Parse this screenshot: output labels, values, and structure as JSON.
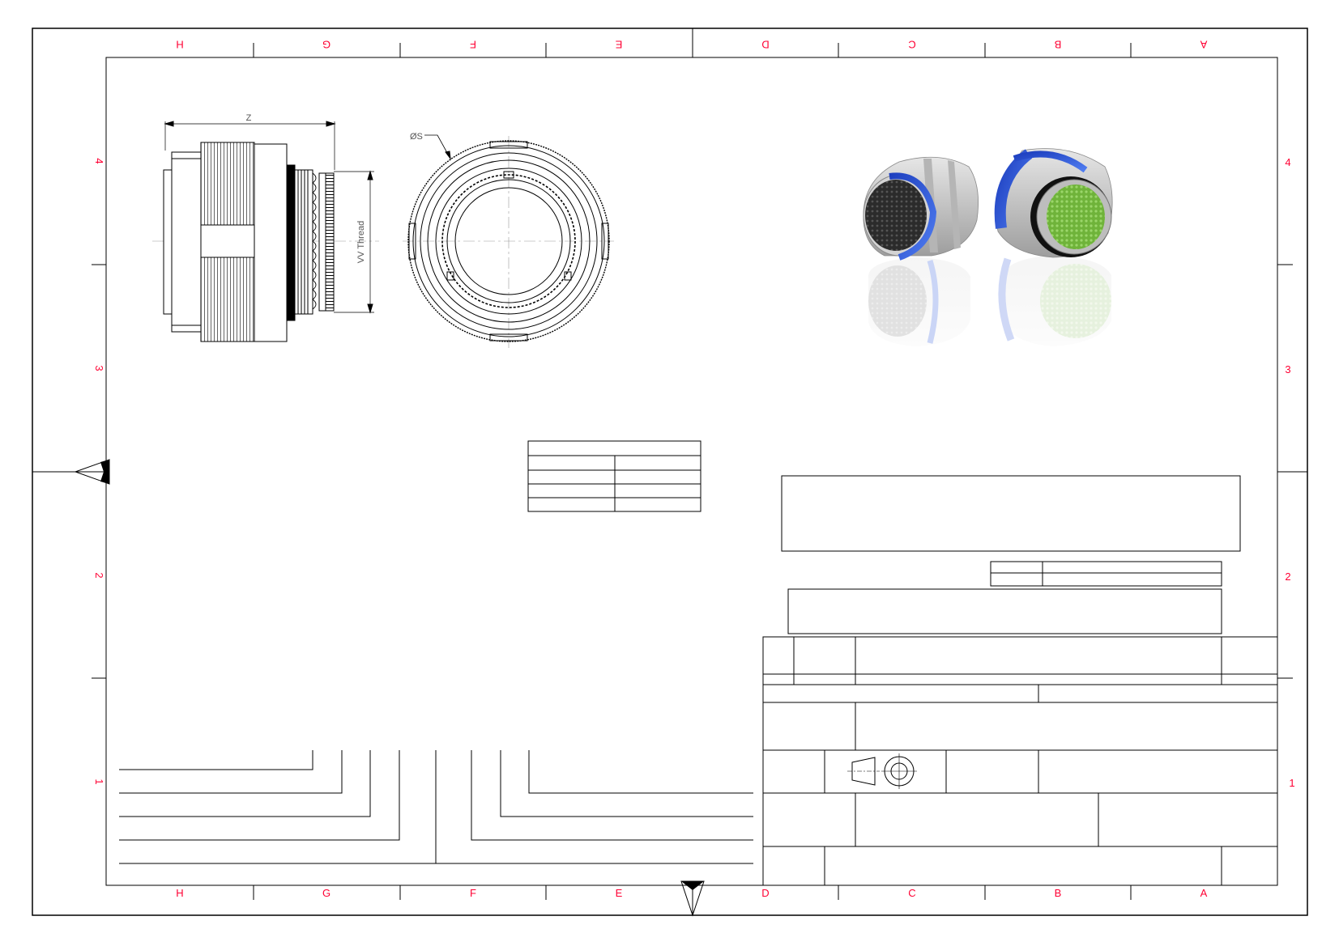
{
  "colors": {
    "line": "#000000",
    "zone_label": "#ff0033",
    "dimension_text": "#555555",
    "connector_blue": "#1f4fd1",
    "pin_green": "#7ac142",
    "shell_grey": "#c8c8c8"
  },
  "zones": {
    "columns": [
      "H",
      "G",
      "F",
      "E",
      "D",
      "C",
      "B",
      "A"
    ],
    "rows": [
      "4",
      "3",
      "2",
      "1"
    ]
  },
  "dimensions": {
    "length": "Z",
    "thread": "VV Thread",
    "diameter": "ØS"
  },
  "icons": {
    "projection_symbol": "third-angle-projection-icon",
    "centering_mark": "centering-triangle-icon"
  }
}
